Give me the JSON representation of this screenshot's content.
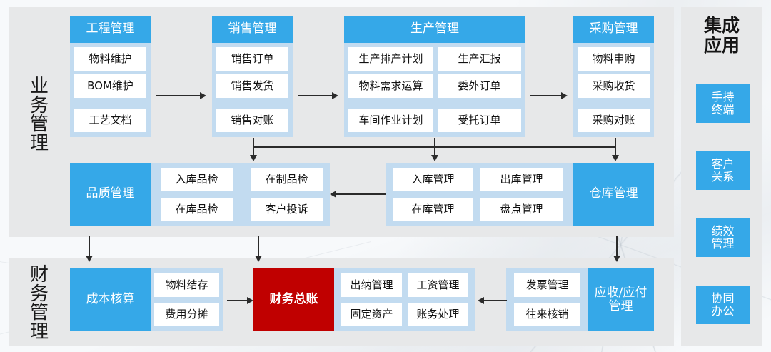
{
  "diagram": {
    "title_bands": {
      "business": [
        "业",
        "务",
        "管",
        "理"
      ],
      "finance": [
        "财",
        "务",
        "管",
        "理"
      ]
    },
    "apps": {
      "title_line1": "集成",
      "title_line2": "应用",
      "chips": [
        {
          "line1": "手持",
          "line2": "终端"
        },
        {
          "line1": "客户",
          "line2": "关系"
        },
        {
          "line1": "绩效",
          "line2": "管理"
        },
        {
          "line1": "协同",
          "line2": "办公"
        }
      ]
    },
    "groups": {
      "engineering": {
        "head": "工程管理",
        "cells": [
          "物料维护",
          "BOM维护",
          "工艺文档"
        ]
      },
      "sales": {
        "head": "销售管理",
        "cells": [
          "销售订单",
          "销售发货",
          "销售对账"
        ]
      },
      "production": {
        "head": "生产管理",
        "cells": [
          "生产排产计划",
          "生产汇报",
          "物料需求运算",
          "委外订单",
          "车间作业计划",
          "受托订单"
        ]
      },
      "purchase": {
        "head": "采购管理",
        "cells": [
          "物料申购",
          "采购收货",
          "采购对账"
        ]
      },
      "quality": {
        "head": "品质管理",
        "cells": [
          "入库品检",
          "在制品检",
          "在库品检",
          "客户投诉"
        ]
      },
      "warehouse": {
        "head": "仓库管理",
        "cells": [
          "入库管理",
          "出库管理",
          "在库管理",
          "盘点管理"
        ]
      },
      "cost": {
        "head": "成本核算",
        "cells": [
          "物料结存",
          "费用分摊"
        ]
      },
      "ledger": {
        "head": "财务总账",
        "cells": [
          "出纳管理",
          "工资管理",
          "固定资产",
          "账务处理"
        ]
      },
      "receivable": {
        "head_line1": "应收/应付",
        "head_line2": "管理",
        "cells": [
          "发票管理",
          "往来核销"
        ]
      }
    },
    "colors": {
      "accent_blue": "#35a8e8",
      "group_blue": "#c2dbf0",
      "band_gray": "#e7e8e9",
      "ledger_red": "#c00000",
      "cell_white": "#ffffff",
      "connector": "#2b2b2b"
    }
  }
}
